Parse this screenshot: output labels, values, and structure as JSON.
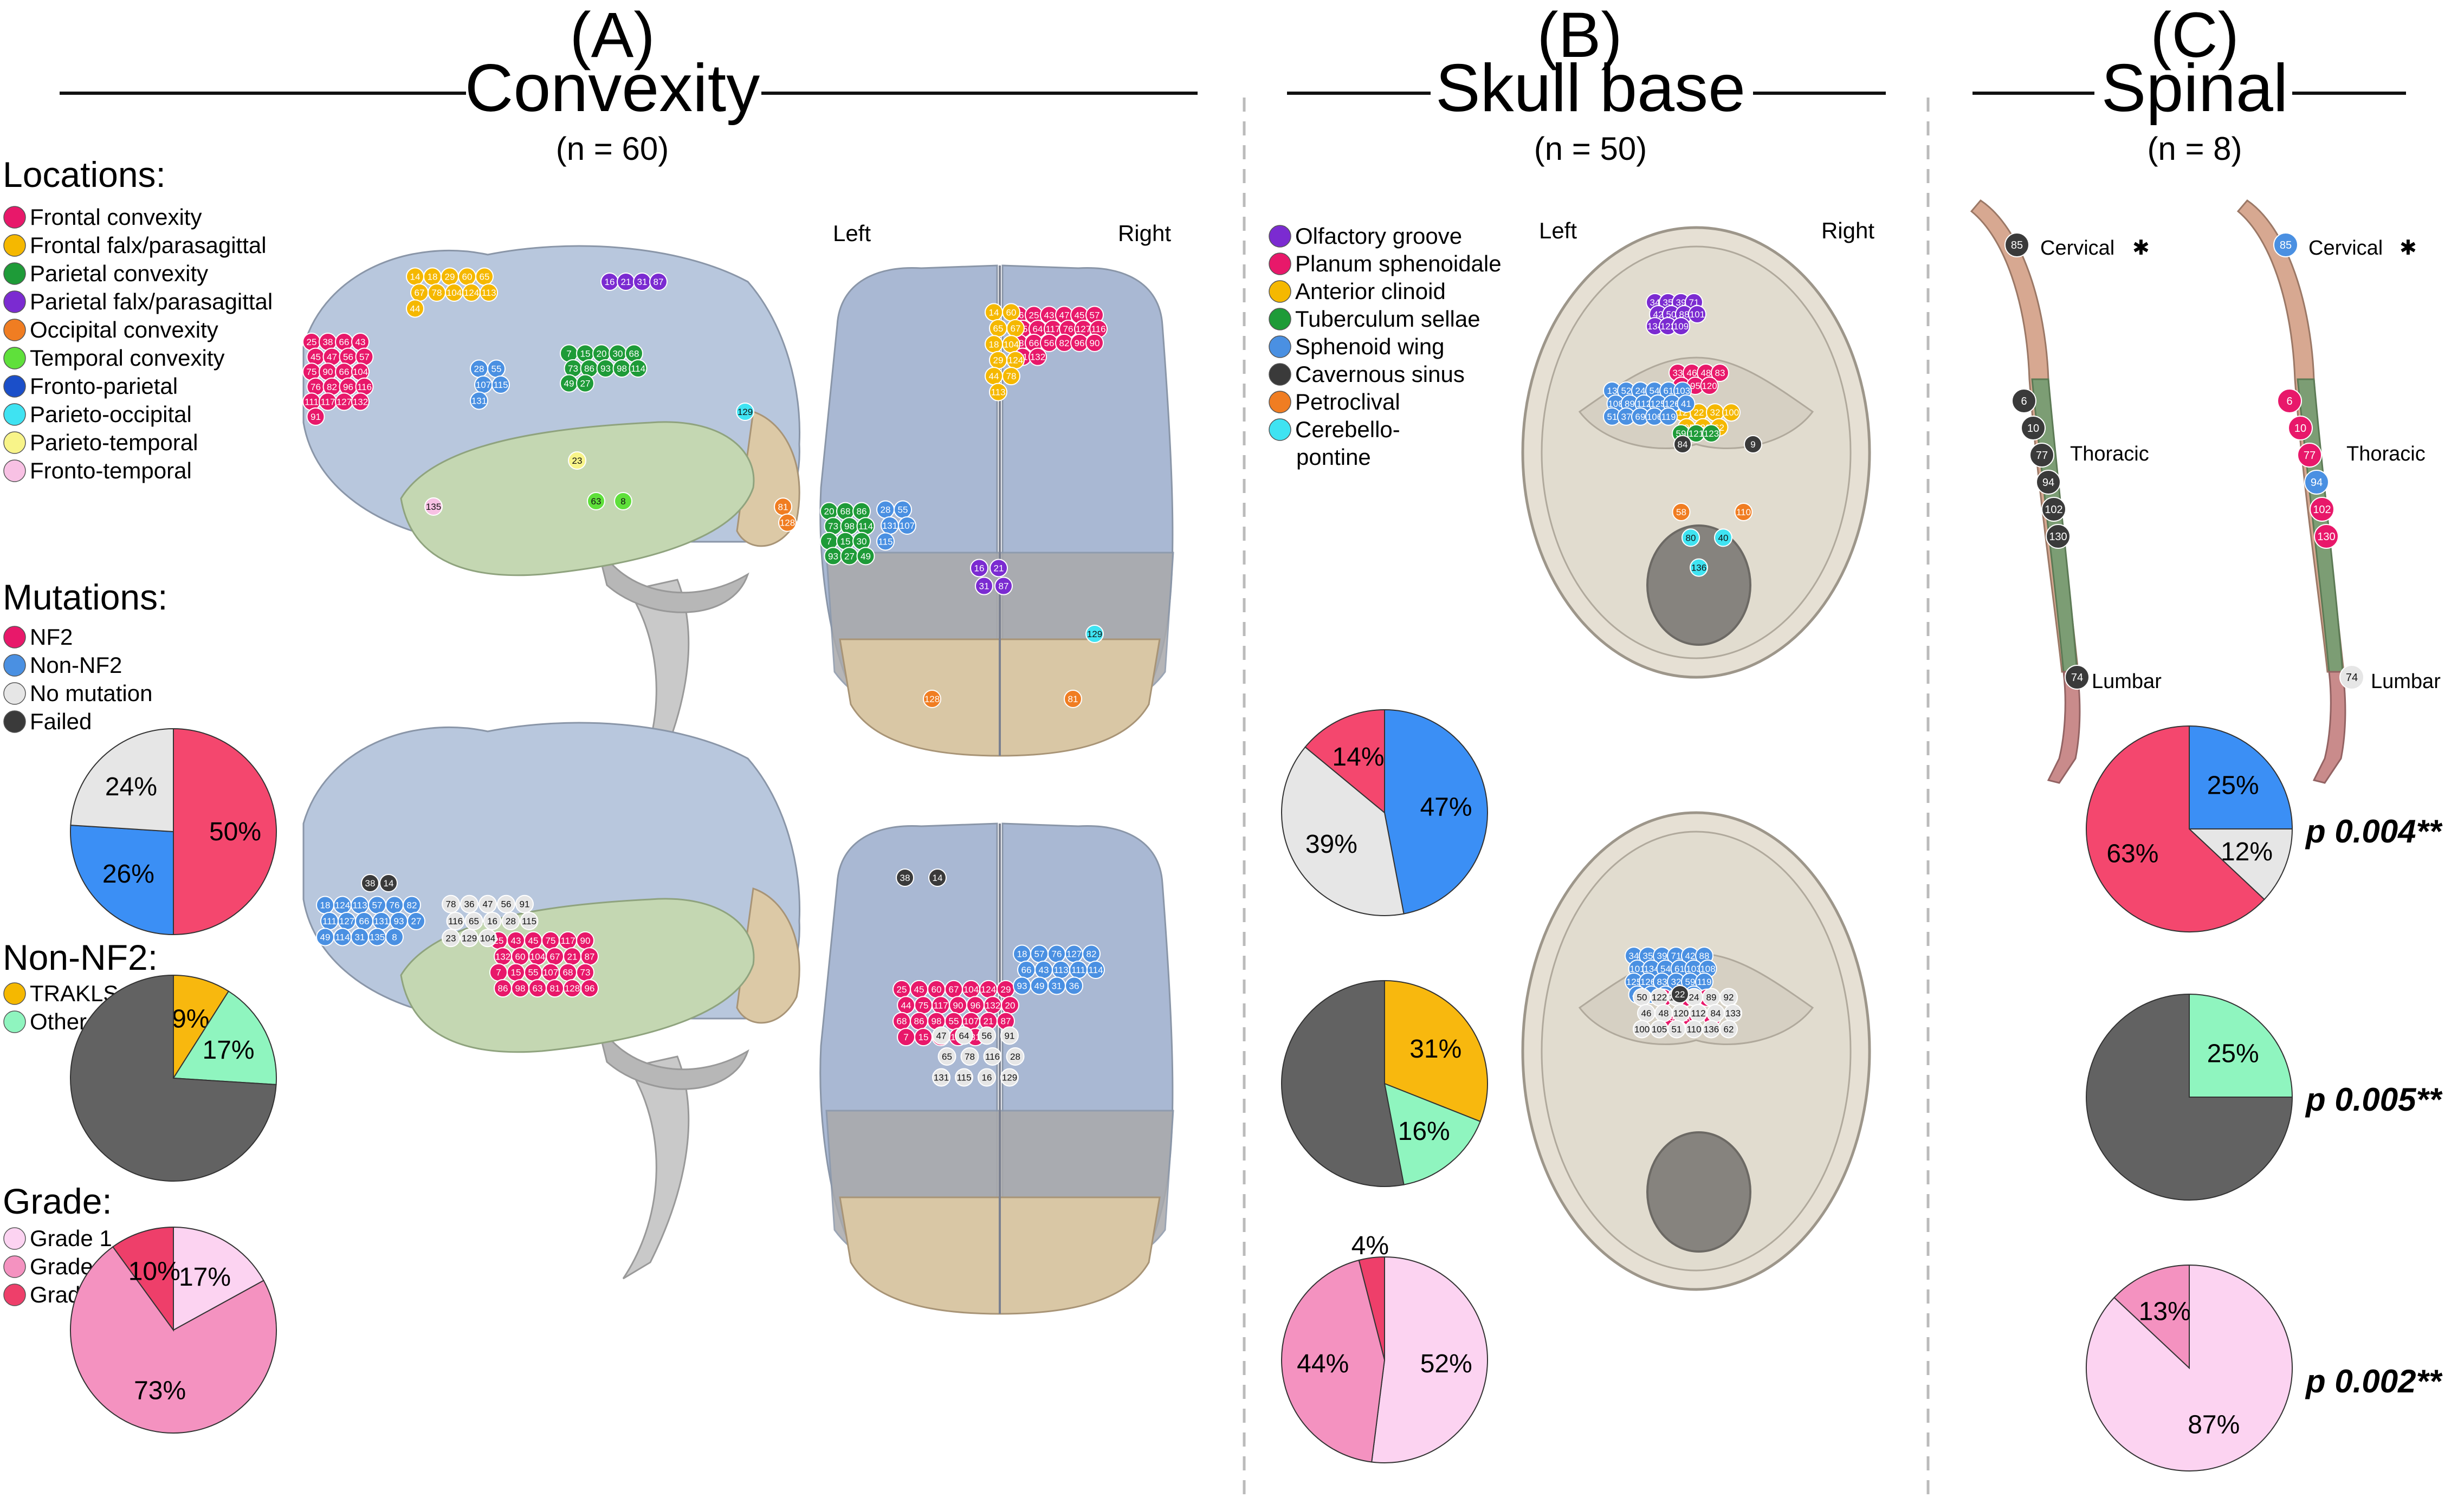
{
  "headers": {
    "a_letter": "(A)",
    "a_title": "Convexity",
    "a_n": "(n = 60)",
    "b_letter": "(B)",
    "b_title": "Skull base",
    "b_n": "(n = 50)",
    "c_letter": "(C)",
    "c_title": "Spinal",
    "c_n": "(n = 8)"
  },
  "labels": {
    "left": "Left",
    "right": "Right",
    "locations_title": "Locations:",
    "mutations_title": "Mutations:",
    "nonnf2_title": "Non-NF2:",
    "grade_title": "Grade:"
  },
  "legend_locations": [
    {
      "label": "Frontal convexity",
      "color": "#e8186a"
    },
    {
      "label": "Frontal falx/parasagittal",
      "color": "#f5b800"
    },
    {
      "label": "Parietal convexity",
      "color": "#1e9b38"
    },
    {
      "label": "Parietal falx/parasagittal",
      "color": "#7b2bd1"
    },
    {
      "label": "Occipital convexity",
      "color": "#f07d22"
    },
    {
      "label": "Temporal convexity",
      "color": "#5fe03b"
    },
    {
      "label": "Fronto-parietal",
      "color": "#1b4fc9"
    },
    {
      "label": "Parieto-occipital",
      "color": "#3fe3f2"
    },
    {
      "label": "Parieto-temporal",
      "color": "#f8f489"
    },
    {
      "label": "Fronto-temporal",
      "color": "#f8c1e4"
    }
  ],
  "legend_mutations": [
    {
      "label": "NF2",
      "color": "#e8186a"
    },
    {
      "label": "Non-NF2",
      "color": "#4a90e2"
    },
    {
      "label": "No mutation",
      "color": "#e6e6e6"
    },
    {
      "label": "Failed",
      "color": "#3a3a3a"
    }
  ],
  "legend_nonnf2": [
    {
      "label": "TRAKLS",
      "color": "#f5b800"
    },
    {
      "label": "Other",
      "color": "#8ff5bf"
    }
  ],
  "legend_grade": [
    {
      "label": "Grade 1",
      "color": "#fcd3f1"
    },
    {
      "label": "Grade 2",
      "color": "#f492c0"
    },
    {
      "label": "Grade 3",
      "color": "#ee3f6a"
    }
  ],
  "legend_skullbase": [
    {
      "label": "Olfactory groove",
      "color": "#7b2bd1"
    },
    {
      "label": "Planum sphenoidale",
      "color": "#e8186a"
    },
    {
      "label": "Anterior clinoid",
      "color": "#f5b800"
    },
    {
      "label": "Tuberculum sellae",
      "color": "#1e9b38"
    },
    {
      "label": "Sphenoid wing",
      "color": "#4a90e2"
    },
    {
      "label": "Cavernous sinus",
      "color": "#3a3a3a"
    },
    {
      "label": "Petroclival",
      "color": "#f07d22"
    },
    {
      "label": "Cerebello-",
      "color": "#3fe3f2"
    }
  ],
  "legend_skullbase_cont": "pontine",
  "spinal_levels": {
    "cervical": "Cervical",
    "thoracic": "Thoracic",
    "lumbar": "Lumbar",
    "star": "✱"
  },
  "pvalues": [
    "p 0.004**",
    "p 0.005**",
    "p 0.002**"
  ],
  "chart_data": [
    {
      "type": "pie",
      "panel": "Convexity",
      "group": "Mutations",
      "slices": [
        {
          "label": "NF2",
          "value": 50,
          "text": "50%",
          "color": "#f4476e"
        },
        {
          "label": "Non-NF2",
          "value": 26,
          "text": "26%",
          "color": "#3b8ff5"
        },
        {
          "label": "No mutation",
          "value": 24,
          "text": "24%",
          "color": "#e6e6e6"
        }
      ]
    },
    {
      "type": "pie",
      "panel": "Convexity",
      "group": "Non-NF2",
      "slices": [
        {
          "label": "TRAKLS",
          "value": 9,
          "text": "9%",
          "color": "#f8b80e"
        },
        {
          "label": "Other",
          "value": 17,
          "text": "17%",
          "color": "#8ff5bf"
        },
        {
          "label": "Failed",
          "value": 74,
          "text": "",
          "color": "#626262"
        }
      ]
    },
    {
      "type": "pie",
      "panel": "Convexity",
      "group": "Grade",
      "slices": [
        {
          "label": "Grade 1",
          "value": 17,
          "text": "17%",
          "color": "#fcd3f1"
        },
        {
          "label": "Grade 2",
          "value": 73,
          "text": "73%",
          "color": "#f492c0"
        },
        {
          "label": "Grade 3",
          "value": 10,
          "text": "10%",
          "color": "#ee3f6a"
        }
      ]
    },
    {
      "type": "pie",
      "panel": "Skull base",
      "group": "Mutations",
      "slices": [
        {
          "label": "Non-NF2",
          "value": 47,
          "text": "47%",
          "color": "#3b8ff5"
        },
        {
          "label": "No mutation",
          "value": 39,
          "text": "39%",
          "color": "#e6e6e6"
        },
        {
          "label": "NF2",
          "value": 14,
          "text": "14%",
          "color": "#f4476e"
        }
      ]
    },
    {
      "type": "pie",
      "panel": "Skull base",
      "group": "Non-NF2",
      "slices": [
        {
          "label": "TRAKLS",
          "value": 31,
          "text": "31%",
          "color": "#f8b80e"
        },
        {
          "label": "Other",
          "value": 16,
          "text": "16%",
          "color": "#8ff5bf"
        },
        {
          "label": "Failed",
          "value": 53,
          "text": "",
          "color": "#626262"
        }
      ]
    },
    {
      "type": "pie",
      "panel": "Skull base",
      "group": "Grade",
      "slices": [
        {
          "label": "Grade 1",
          "value": 52,
          "text": "52%",
          "color": "#fcd3f1"
        },
        {
          "label": "Grade 2",
          "value": 44,
          "text": "44%",
          "color": "#f492c0"
        },
        {
          "label": "Grade 3",
          "value": 4,
          "text": "4%",
          "color": "#ee3f6a"
        }
      ]
    },
    {
      "type": "pie",
      "panel": "Spinal",
      "group": "Mutations",
      "slices": [
        {
          "label": "Non-NF2",
          "value": 25,
          "text": "25%",
          "color": "#3b8ff5"
        },
        {
          "label": "No mutation",
          "value": 12,
          "text": "12%",
          "color": "#e6e6e6"
        },
        {
          "label": "NF2",
          "value": 63,
          "text": "63%",
          "color": "#f4476e"
        }
      ]
    },
    {
      "type": "pie",
      "panel": "Spinal",
      "group": "Non-NF2",
      "slices": [
        {
          "label": "Other",
          "value": 25,
          "text": "25%",
          "color": "#8ff5bf"
        },
        {
          "label": "Failed",
          "value": 75,
          "text": "",
          "color": "#626262"
        }
      ]
    },
    {
      "type": "pie",
      "panel": "Spinal",
      "group": "Grade",
      "slices": [
        {
          "label": "Grade 1",
          "value": 87,
          "text": "87%",
          "color": "#fcd3f1"
        },
        {
          "label": "Grade 2",
          "value": 13,
          "text": "13%",
          "color": "#f492c0"
        }
      ]
    }
  ],
  "marker_sets": {
    "brain_top_lateral": {
      "pink": [
        "25",
        "38",
        "66",
        "43",
        "45",
        "47",
        "56",
        "57",
        "75",
        "90",
        "66",
        "104",
        "76",
        "82",
        "96",
        "116",
        "111",
        "117",
        "127",
        "132",
        "91"
      ],
      "yellow": [
        "14",
        "18",
        "29",
        "60",
        "65",
        "67",
        "78",
        "104",
        "124",
        "113",
        "44"
      ],
      "green": [
        "7",
        "15",
        "20",
        "30",
        "68",
        "73",
        "86",
        "93",
        "98",
        "114",
        "49",
        "27"
      ],
      "blue": [
        "28",
        "55",
        "107",
        "115",
        "131"
      ],
      "purple": [
        "16",
        "21",
        "31",
        "87"
      ],
      "orange": [
        "81",
        "128"
      ],
      "lime": [
        "63",
        "8"
      ],
      "cyan": [
        "129"
      ],
      "lyellow": [
        "23"
      ],
      "lpink": [
        "135"
      ]
    },
    "brain_top_superior": {
      "pink": [
        "36",
        "25",
        "43",
        "47",
        "45",
        "57",
        "75",
        "64",
        "117",
        "76",
        "127",
        "116",
        "38",
        "66",
        "56",
        "82",
        "96",
        "90",
        "91",
        "132"
      ],
      "yellow": [
        "14",
        "60",
        "65",
        "67",
        "18",
        "104",
        "29",
        "124",
        "44",
        "78",
        "113"
      ],
      "green": [
        "20",
        "68",
        "86",
        "73",
        "98",
        "114",
        "7",
        "15",
        "30",
        "93",
        "27",
        "49"
      ],
      "blue": [
        "28",
        "55",
        "131",
        "107",
        "115"
      ],
      "purple": [
        "16",
        "21",
        "31",
        "87"
      ],
      "orange": [
        "128",
        "81"
      ],
      "cyan": [
        "129"
      ]
    },
    "brain_bottom_lateral": {
      "pink": [
        "25",
        "43",
        "45",
        "75",
        "117",
        "90",
        "132",
        "60",
        "104",
        "67",
        "21",
        "87",
        "7",
        "15",
        "55",
        "107",
        "68",
        "73",
        "86",
        "98",
        "63",
        "81",
        "128",
        "96"
      ],
      "blue": [
        "18",
        "124",
        "113",
        "57",
        "76",
        "82",
        "111",
        "127",
        "66",
        "131",
        "93",
        "27",
        "49",
        "114",
        "31",
        "135",
        "8"
      ],
      "grey": [
        "78",
        "36",
        "47",
        "56",
        "91",
        "116",
        "65",
        "16",
        "28",
        "115",
        "23",
        "129",
        "104"
      ],
      "dark": [
        "38",
        "14"
      ]
    },
    "brain_bottom_superior": {
      "pink": [
        "25",
        "45",
        "60",
        "67",
        "104",
        "124",
        "29",
        "44",
        "75",
        "117",
        "90",
        "96",
        "132",
        "20",
        "68",
        "86",
        "98",
        "55",
        "107",
        "21",
        "87",
        "7",
        "15",
        "30",
        "128",
        "81"
      ],
      "blue": [
        "18",
        "57",
        "76",
        "127",
        "82",
        "66",
        "43",
        "113",
        "111",
        "114",
        "93",
        "49",
        "31",
        "36"
      ],
      "grey": [
        "47",
        "64",
        "56",
        "91",
        "65",
        "78",
        "116",
        "28",
        "131",
        "115",
        "16",
        "129"
      ],
      "dark": [
        "38",
        "14"
      ]
    },
    "skull_top": {
      "purple": [
        "34",
        "35",
        "39",
        "71",
        "42",
        "50",
        "88",
        "101",
        "134",
        "122",
        "109"
      ],
      "pink": [
        "33",
        "46",
        "48",
        "83",
        "92",
        "95",
        "120"
      ],
      "yellow": [
        "12",
        "22",
        "32",
        "100",
        "105",
        "133",
        "62"
      ],
      "green": [
        "59",
        "121",
        "123"
      ],
      "blue": [
        "13",
        "52",
        "24",
        "54",
        "61",
        "103",
        "108",
        "89",
        "112",
        "125",
        "126",
        "41",
        "51",
        "37",
        "69",
        "106",
        "119"
      ],
      "dark": [
        "84",
        "9"
      ],
      "orange": [
        "58",
        "110"
      ],
      "cyan": [
        "80",
        "40",
        "136"
      ]
    },
    "skull_bottom": {
      "blue": [
        "34",
        "35",
        "39",
        "71",
        "42",
        "88",
        "101",
        "134",
        "54",
        "61",
        "103",
        "108",
        "125",
        "126",
        "83",
        "32",
        "59",
        "119",
        "41",
        "37",
        "58",
        "80",
        "40"
      ],
      "pink": [
        "13",
        "52",
        "95",
        "121",
        "69",
        "106",
        "9"
      ],
      "grey": [
        "50",
        "122",
        "109",
        "24",
        "89",
        "92",
        "46",
        "48",
        "120",
        "112",
        "84",
        "133",
        "100",
        "105",
        "51",
        "110",
        "136",
        "62"
      ],
      "dark": [
        "22"
      ]
    }
  },
  "spine_markers": {
    "left": [
      [
        "85",
        "#3a3a3a"
      ],
      [
        "6",
        "#3a3a3a"
      ],
      [
        "10",
        "#3a3a3a"
      ],
      [
        "77",
        "#3a3a3a"
      ],
      [
        "94",
        "#3a3a3a"
      ],
      [
        "102",
        "#3a3a3a"
      ],
      [
        "130",
        "#3a3a3a"
      ],
      [
        "74",
        "#3a3a3a"
      ]
    ],
    "right": [
      [
        "85",
        "#4a90e2"
      ],
      [
        "6",
        "#e8186a"
      ],
      [
        "10",
        "#e8186a"
      ],
      [
        "77",
        "#e8186a"
      ],
      [
        "94",
        "#4a90e2"
      ],
      [
        "102",
        "#e8186a"
      ],
      [
        "130",
        "#e8186a"
      ],
      [
        "74",
        "#e6e6e6"
      ]
    ]
  }
}
